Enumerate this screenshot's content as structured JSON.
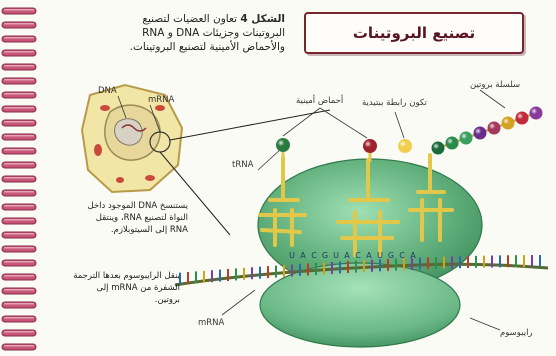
{
  "title": "تصنيع البروتينات",
  "caption": {
    "figure_label": "الشكل 4",
    "text": "تعاون العضيات لتصنيع البروتينات وجزيئات DNA و RNA والأحماض الأمينية لتصنيع البروتينات."
  },
  "labels": {
    "dna": "DNA",
    "mrna_top": "mRNA",
    "trna": "tRNA",
    "mrna_bottom": "mRNA",
    "amino_acids": "أحماض أمينية",
    "peptide_bond": "تكون رابطة ببتيدية",
    "polypeptide": "سلسلة بروتين",
    "ribosome": "رايبوسوم"
  },
  "notes": {
    "nucleus_note": "يستنسخ DNA الموجود داخل النواة لتصنيع RNA، وينتقل RNA إلى السيتوبلازم.",
    "ribosome_note": "ينقل الرايبوسوم بعدها الترجمة الشفرة من mRNA إلى بروتين."
  },
  "colors": {
    "title_border": "#7a2430",
    "ribosome_green": "#5fae7a",
    "trna_yellow": "#e2c84a",
    "nucleus_fill": "#f2e6a6"
  },
  "amino_chain_colors": [
    "#1d6b3a",
    "#2b8a4a",
    "#3a9f5f",
    "#6a2f8a",
    "#a33a5a",
    "#d4a020",
    "#c02a3a",
    "#8a3a9a"
  ],
  "mrna_codons": [
    "U",
    "A",
    "C",
    "G",
    "U",
    "A",
    "C",
    "A",
    "U",
    "G",
    "C",
    "A"
  ]
}
